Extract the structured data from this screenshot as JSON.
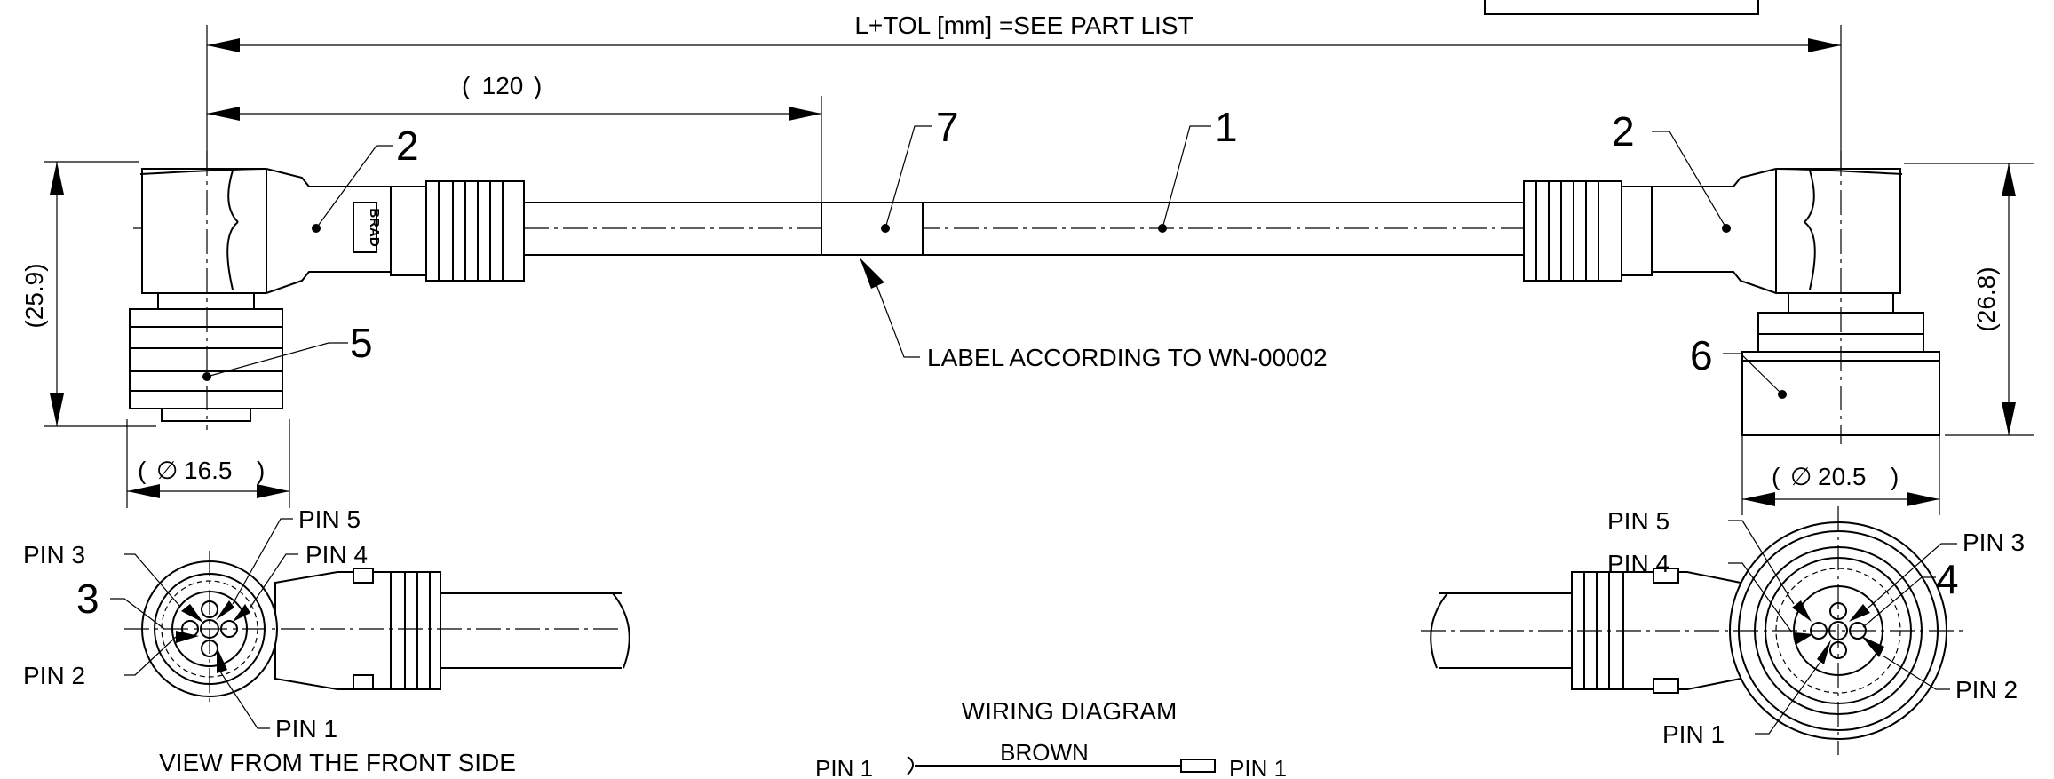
{
  "dimensions": {
    "overall_length": "L+TOL [mm] =SEE PART LIST",
    "label_offset": "120",
    "left_height": "(25.9)",
    "right_height": "(26.8)",
    "left_diameter": "16.5",
    "right_diameter": "20.5",
    "diameter_symbol": "∅"
  },
  "balloons": {
    "cable": "1",
    "left_body": "2",
    "right_body": "2",
    "left_face": "3",
    "right_face": "4",
    "left_coupling": "5",
    "right_nut": "6",
    "label_band": "7"
  },
  "notes": {
    "label": "LABEL ACCORDING TO WN-00002",
    "front_view": "VIEW FROM THE FRONT SIDE",
    "wiring_title": "WIRING DIAGRAM",
    "wire_color": "BROWN",
    "logo": "BRAD"
  },
  "pins": {
    "left": {
      "pin1": "PIN 1",
      "pin2": "PIN 2",
      "pin3": "PIN 3",
      "pin4": "PIN 4",
      "pin5": "PIN 5"
    },
    "right": {
      "pin1": "PIN 1",
      "pin2": "PIN 2",
      "pin3": "PIN 3",
      "pin4": "PIN 4",
      "pin5": "PIN 5"
    },
    "wiring_left": "PIN 1",
    "wiring_right": "PIN 1"
  }
}
